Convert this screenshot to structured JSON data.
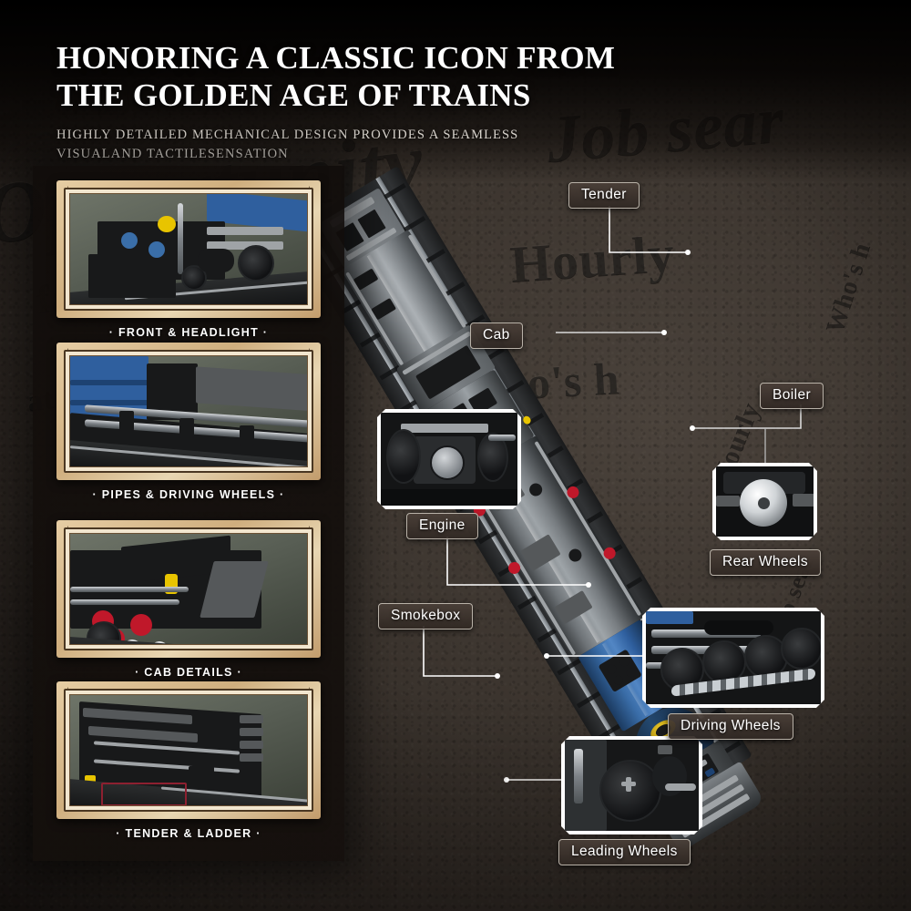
{
  "header": {
    "headline_line1": "HONORING A CLASSIC ICON FROM",
    "headline_line2": "THE GOLDEN AGE OF TRAINS",
    "subline_line1": "HIGHLY DETAILED MECHANICAL DESIGN PROVIDES A SEAMLESS",
    "subline_line2": "VISUALAND TACTILESENSATION"
  },
  "thumbnails": [
    {
      "caption": "· FRONT & HEADLIGHT ·",
      "scene": "front-headlight"
    },
    {
      "caption": "· PIPES & DRIVING WHEELS ·",
      "scene": "pipes-driving-wheels"
    },
    {
      "caption": "· CAB DETAILS ·",
      "scene": "cab-details"
    },
    {
      "caption": "· TENDER & LADDER ·",
      "scene": "tender-ladder"
    }
  ],
  "callouts": [
    {
      "label": "Tender",
      "name": "callout-tender"
    },
    {
      "label": "Cab",
      "name": "callout-cab"
    },
    {
      "label": "Boiler",
      "name": "callout-boiler"
    },
    {
      "label": "Engine",
      "name": "callout-engine"
    },
    {
      "label": "Rear Wheels",
      "name": "callout-rear-wheels"
    },
    {
      "label": "Smokebox",
      "name": "callout-smokebox"
    },
    {
      "label": "Driving Wheels",
      "name": "callout-driving-wheels"
    },
    {
      "label": "Leading Wheels",
      "name": "callout-leading-wheels"
    }
  ],
  "insets": [
    {
      "name": "inset-engine",
      "subject": "engine-cylinder"
    },
    {
      "name": "inset-rear-wheels",
      "subject": "rear-wheel"
    },
    {
      "name": "inset-driving-wheels",
      "subject": "driving-wheel-set"
    },
    {
      "name": "inset-leading-wheels",
      "subject": "leading-wheel"
    }
  ],
  "colors": {
    "background_dark": "#17130f",
    "frame_gold": "#cfae7e",
    "frame_cream": "#f2e6cf",
    "frame_outline": "#4a3722",
    "callout_border": "#b9b2a8",
    "leader_line": "#ffffff",
    "loco_blue": "#2f5f9e",
    "loco_body": "#6e7276",
    "accent_red": "#c0182a",
    "accent_yellow": "#e8c400"
  },
  "background_ghost_text": [
    "Opportunity",
    "Job sear",
    "Hourly",
    "Who's h",
    "far",
    "at"
  ]
}
